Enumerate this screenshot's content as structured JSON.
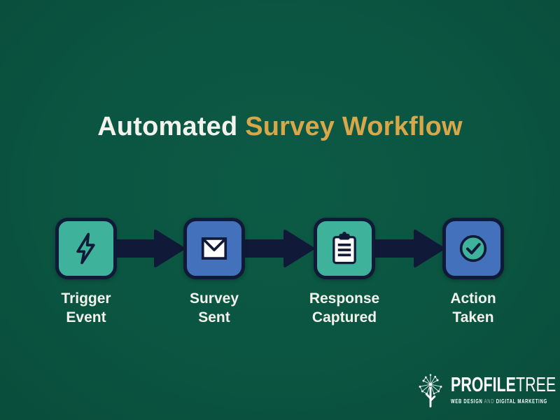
{
  "title": {
    "part1": "Automated ",
    "part2": "Survey Workflow"
  },
  "steps": [
    {
      "label_line1": "Trigger",
      "label_line2": "Event",
      "icon": "lightning-icon",
      "tile_color": "teal"
    },
    {
      "label_line1": "Survey",
      "label_line2": "Sent",
      "icon": "envelope-icon",
      "tile_color": "blue"
    },
    {
      "label_line1": "Response",
      "label_line2": "Captured",
      "icon": "clipboard-icon",
      "tile_color": "teal"
    },
    {
      "label_line1": "Action",
      "label_line2": "Taken",
      "icon": "check-icon",
      "tile_color": "blue"
    }
  ],
  "connectors": {
    "count": 3,
    "direction": "right",
    "shape": "thick-arrow"
  },
  "logo": {
    "brand_bold": "PROFILE",
    "brand_light": "TREE",
    "tagline_part1": "WEB DESIGN",
    "tagline_and": " AND ",
    "tagline_part2": "DIGITAL MARKETING",
    "icon": "network-tree-icon"
  },
  "colors": {
    "bg": "#0b5541",
    "navy": "#101a38",
    "teal": "#3eb29a",
    "blue": "#4471bb",
    "gold": "#d7a74a",
    "white": "#f4f2ec"
  }
}
